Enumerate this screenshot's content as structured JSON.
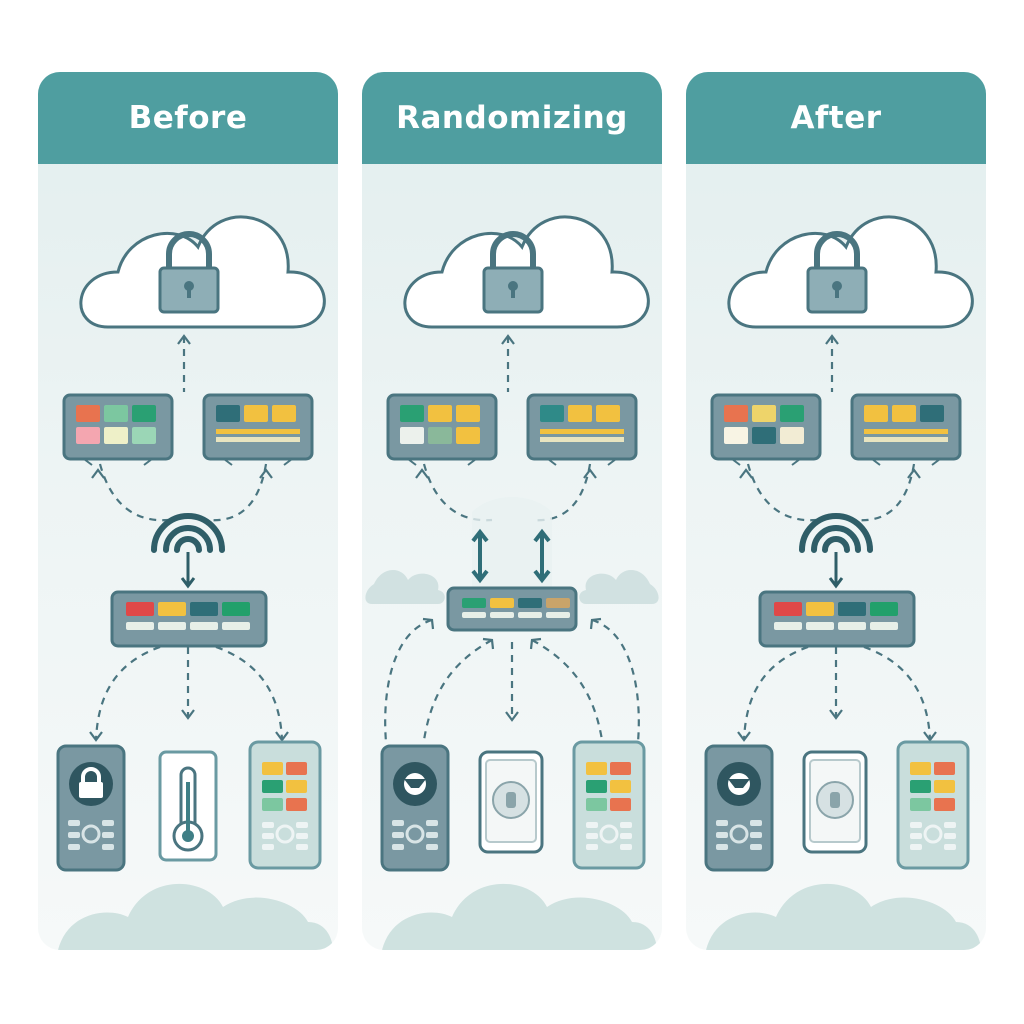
{
  "panels": [
    {
      "title": "Before",
      "bridge_left": [
        "#e8734f",
        "#7cc7a0",
        "#2aa073",
        "#f4a6b0",
        "#eef0c8",
        "#9bd6b6"
      ],
      "bridge_right": [
        "#2f6e78",
        "#f2c140",
        "#f2c140"
      ],
      "hub": [
        "#e04848",
        "#f2c140",
        "#2f6e78",
        "#22a06b"
      ],
      "devices": [
        {
          "kind": "keypad",
          "icon": "lock-icon"
        },
        {
          "kind": "thermometer",
          "icon": "thermometer-icon"
        },
        {
          "kind": "grid-phone",
          "icon": "grid-icon"
        }
      ]
    },
    {
      "title": "Randomizing",
      "bridge_left": [
        "#2aa073",
        "#f2c140",
        "#f2c140",
        "#ecf1ec",
        "#8ab89a",
        "#f2c140"
      ],
      "bridge_right": [
        "#2f8a88",
        "#f2c140",
        "#f2c140"
      ],
      "hub": [
        "#2aa073",
        "#f2c140",
        "#2f6e78",
        "#c9a46a"
      ],
      "devices": [
        {
          "kind": "keypad",
          "icon": "masked-icon"
        },
        {
          "kind": "badge",
          "icon": "lock-icon"
        },
        {
          "kind": "grid-phone",
          "icon": "grid-icon"
        }
      ]
    },
    {
      "title": "After",
      "bridge_left": [
        "#e8734f",
        "#eed46a",
        "#2aa073",
        "#f8f4e4",
        "#2f6e78",
        "#f2ecd4"
      ],
      "bridge_right": [
        "#f2c140",
        "#f2c140",
        "#2f6e78"
      ],
      "hub": [
        "#e04848",
        "#f2c140",
        "#2f6e78",
        "#22a06b"
      ],
      "devices": [
        {
          "kind": "keypad",
          "icon": "masked-icon"
        },
        {
          "kind": "badge",
          "icon": "lock-icon"
        },
        {
          "kind": "grid-phone",
          "icon": "grid-icon"
        }
      ]
    }
  ],
  "colors": {
    "teal_header": "#4f9ea0",
    "outline": "#4a7580",
    "device_fill": "#7a98a2",
    "cloud_fill": "#ffffff",
    "lock_fill": "#8eaeb6"
  }
}
